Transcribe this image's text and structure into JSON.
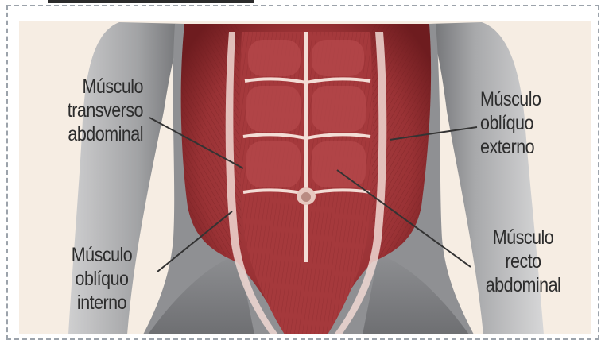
{
  "labels": {
    "transverso": [
      "Músculo",
      "transverso",
      "abdominal"
    ],
    "oblicuo_externo": [
      "Músculo",
      "oblíquo",
      "externo"
    ],
    "oblicuo_interno": [
      "Músculo",
      "oblíquo",
      "interno"
    ],
    "recto": [
      "Músculo",
      "recto",
      "abdominal"
    ]
  },
  "colors": {
    "muscle": "#a2383a",
    "muscle_dark": "#7e2326",
    "skin": "#9fa0a2",
    "background": "#f6ede3",
    "tendon": "#f2d9d3",
    "leader_line": "#333333"
  }
}
